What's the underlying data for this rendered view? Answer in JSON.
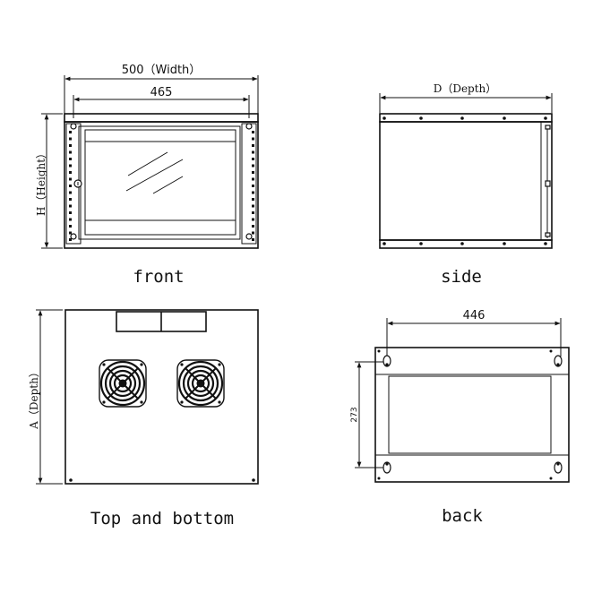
{
  "views": {
    "front": {
      "caption": "front",
      "width_label": "500（Width）",
      "inner_width_label": "465",
      "height_label": "H（Height）"
    },
    "side": {
      "caption": "side",
      "depth_label": "D（Depth）"
    },
    "top": {
      "caption": "Top and bottom",
      "depth_label": "A（Depth）"
    },
    "back": {
      "caption": "back",
      "width_label": "446",
      "height_label": "273"
    }
  },
  "icons": [
    "glass-door-reflection",
    "fan-grille-icon",
    "keyhole-lock-icon",
    "mounting-slot-icon"
  ]
}
